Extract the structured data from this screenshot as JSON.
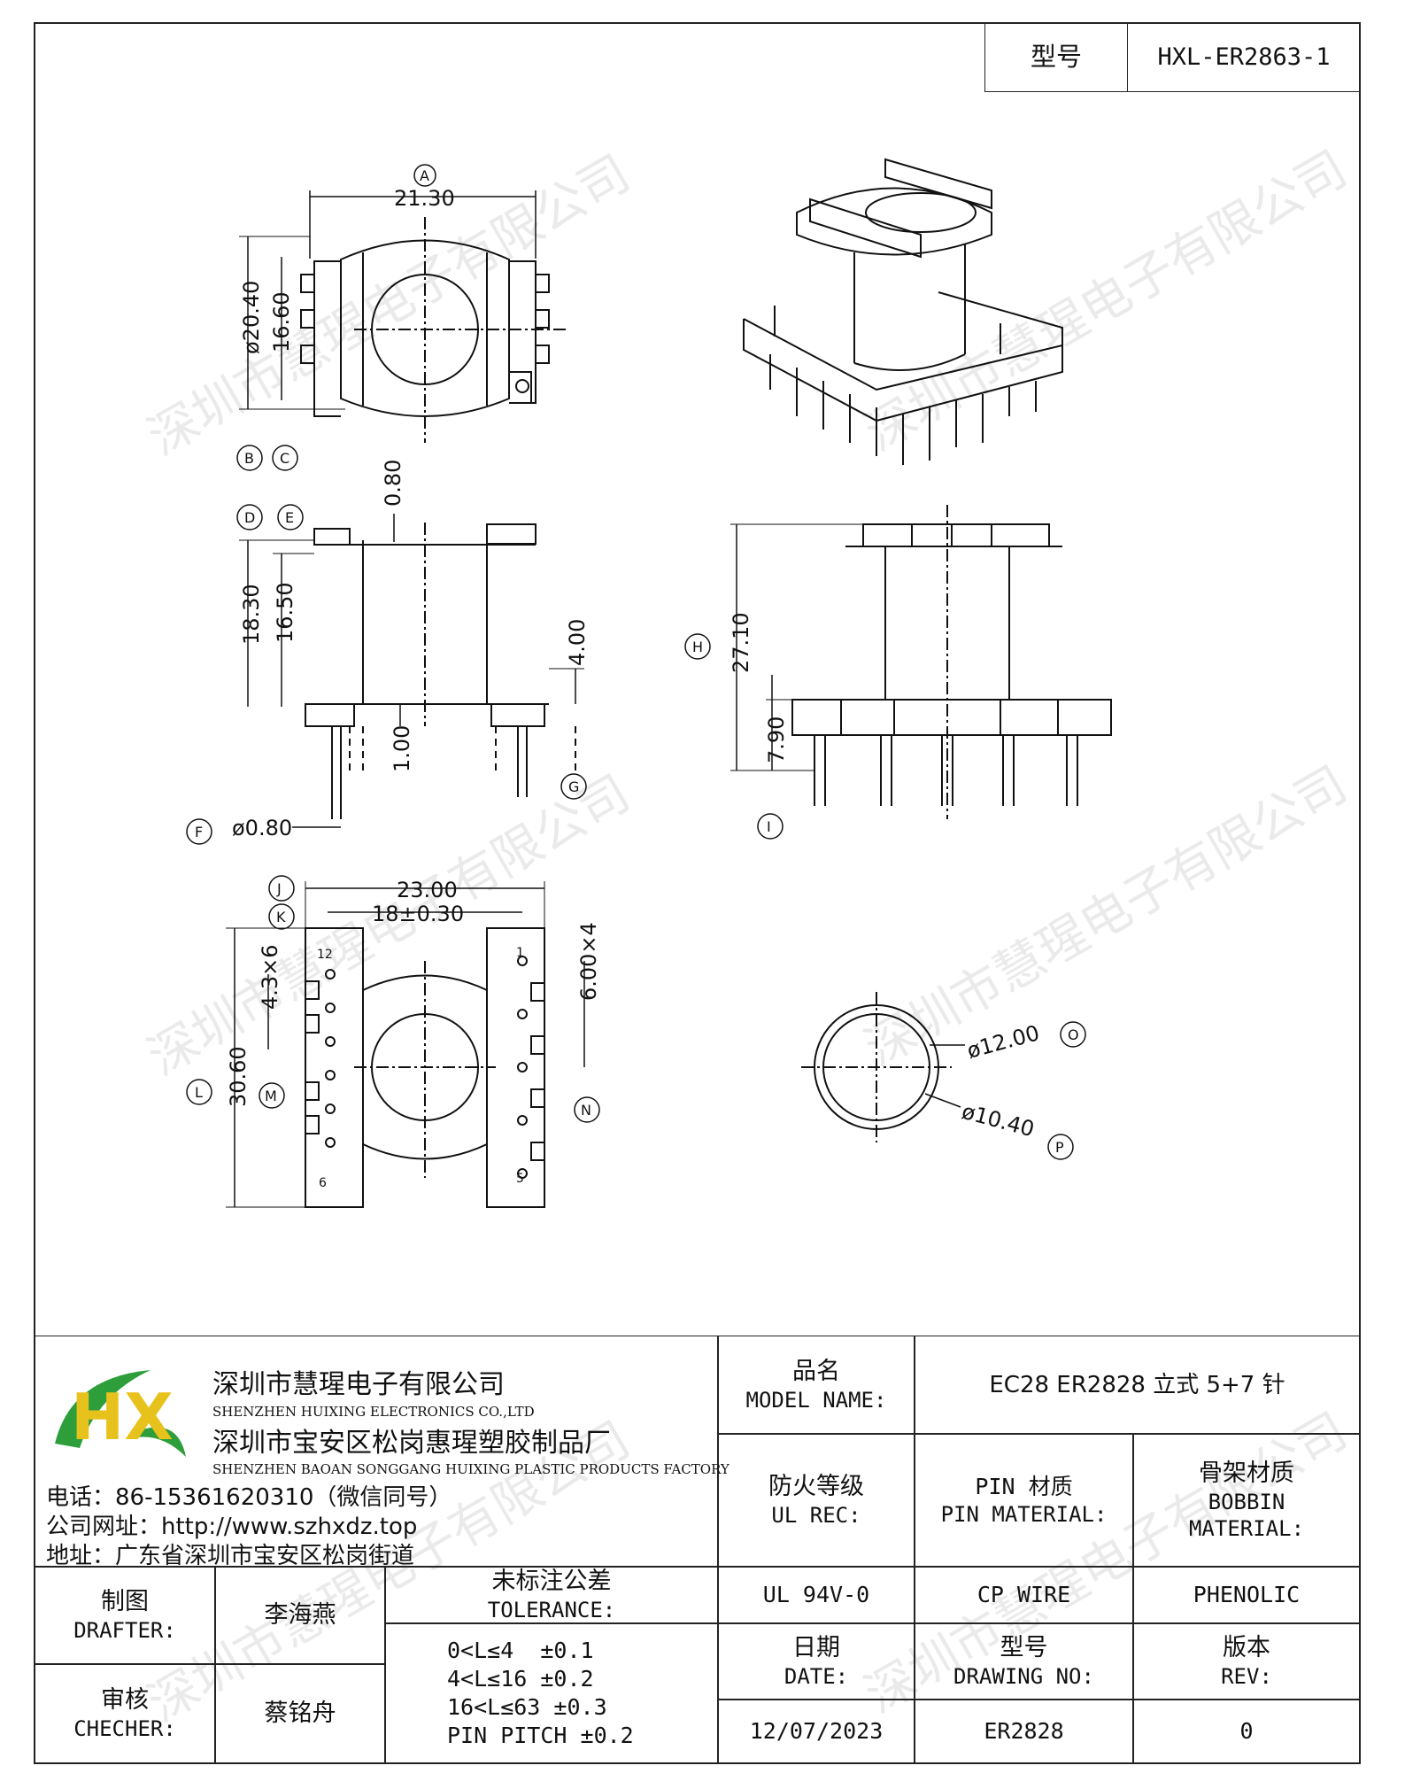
{
  "header": {
    "model_label": "型号",
    "model_value": "HXL-ER2863-1"
  },
  "dimensions": {
    "A": "21.30",
    "B_diameter": "ø20.40",
    "C": "16.60",
    "top_gap": "0.80",
    "D": "18.30",
    "E": "16.50",
    "side_right": "4.00",
    "bottom": "1.00",
    "pin_dia": "ø0.80",
    "H": "27.10",
    "I": "7.90",
    "J": "23.00",
    "K": "18±0.30",
    "L": "30.60",
    "M": "4.3×6",
    "N": "6.00×4",
    "O": "ø12.00",
    "P": "ø10.40"
  },
  "callouts": [
    "A",
    "B",
    "C",
    "D",
    "E",
    "F",
    "G",
    "H",
    "I",
    "J",
    "K",
    "L",
    "M",
    "N",
    "O",
    "P"
  ],
  "pin_numbers": {
    "p12": "12",
    "p1": "1",
    "p6": "6",
    "p5": "5"
  },
  "watermark": "深圳市慧瑆电子有限公司",
  "company": {
    "name_cn": "深圳市慧瑆电子有限公司",
    "name_en": "SHENZHEN HUIXING ELECTRONICS CO.,LTD",
    "factory_cn": "深圳市宝安区松岗惠瑆塑胶制品厂",
    "factory_en": "SHENZHEN BAOAN SONGGANG HUIXING PLASTIC PRODUCTS FACTORY",
    "phone": "电话：86-15361620310（微信同号）",
    "website": "公司网址：http://www.szhxdz.top",
    "address": "地址：广东省深圳市宝安区松岗街道",
    "logo_letters": "HX",
    "logo_green": "#2e9e3a",
    "logo_yellow": "#e8c21c"
  },
  "title_block": {
    "model_name_cn": "品名",
    "model_name_en": "MODEL NAME:",
    "model_name_value": "EC28 ER2828 立式 5+7 针",
    "ul_cn": "防火等级",
    "ul_en": "UL REC:",
    "pin_cn": "PIN 材质",
    "pin_en": "PIN MATERIAL:",
    "bobbin_cn": "骨架材质",
    "bobbin_en1": "BOBBIN",
    "bobbin_en2": "MATERIAL:",
    "ul_value": "UL 94V-0",
    "pin_value": "CP WIRE",
    "bobbin_value": "PHENOLIC",
    "date_cn": "日期",
    "date_en": "DATE:",
    "dwg_cn": "型号",
    "dwg_en": "DRAWING NO:",
    "rev_cn": "版本",
    "rev_en": "REV:",
    "date_value": "12/07/2023",
    "dwg_value": "ER2828",
    "rev_value": "0",
    "drafter_cn": "制图",
    "drafter_en": "DRAFTER:",
    "drafter_name": "李海燕",
    "checker_cn": "审核",
    "checker_en": "CHECHER:",
    "checker_name": "蔡铭舟",
    "tol_cn": "未标注公差",
    "tol_en": "TOLERANCE:",
    "tol_lines": [
      "0<L≤4  ±0.1",
      "4<L≤16 ±0.2",
      "16<L≤63 ±0.3",
      "PIN PITCH ±0.2"
    ]
  }
}
